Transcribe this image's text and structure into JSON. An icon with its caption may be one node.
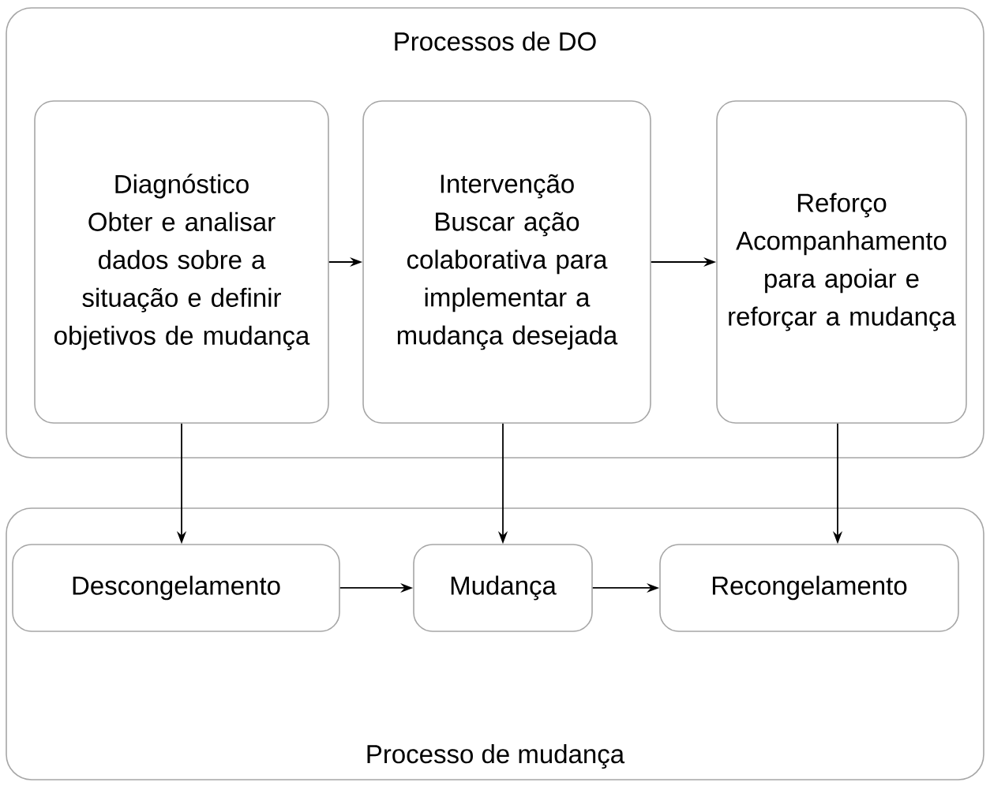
{
  "diagram": {
    "nodes": [
      {
        "text": [
          "Processos de DO"
        ]
      },
      {
        "text": [
          "Diagnóstico",
          "Obter e analisar dados sobre a situação e definir objetivos de mudança"
        ],
        "in": 0
      },
      {
        "text": [
          "Intervenção",
          "Buscar ação colaborativa para implementar a mudança desejada"
        ],
        "in": 0
      },
      {
        "text": [
          "Reforço",
          "Acompanhamento para apoiar e reforçar a mudança"
        ],
        "in": 0
      },
      {
        "text": [
          "Processo de mudança"
        ]
      },
      {
        "text": [
          "Descongelamento"
        ],
        "in": 4
      },
      {
        "text": [
          "Mudança"
        ],
        "in": 4
      },
      {
        "text": [
          "Recongelamento"
        ],
        "in": 4
      }
    ],
    "edges": [
      {
        "from": 1,
        "to": 2,
        "arrow": "to"
      },
      {
        "from": 2,
        "to": 3,
        "arrow": "to"
      },
      {
        "from": 1,
        "to": 5,
        "arrow": "to"
      },
      {
        "from": 2,
        "to": 6,
        "arrow": "to"
      },
      {
        "from": 3,
        "to": 7,
        "arrow": "to"
      },
      {
        "from": 5,
        "to": 6,
        "arrow": "to"
      },
      {
        "from": 6,
        "to": 7,
        "arrow": "to"
      }
    ]
  }
}
